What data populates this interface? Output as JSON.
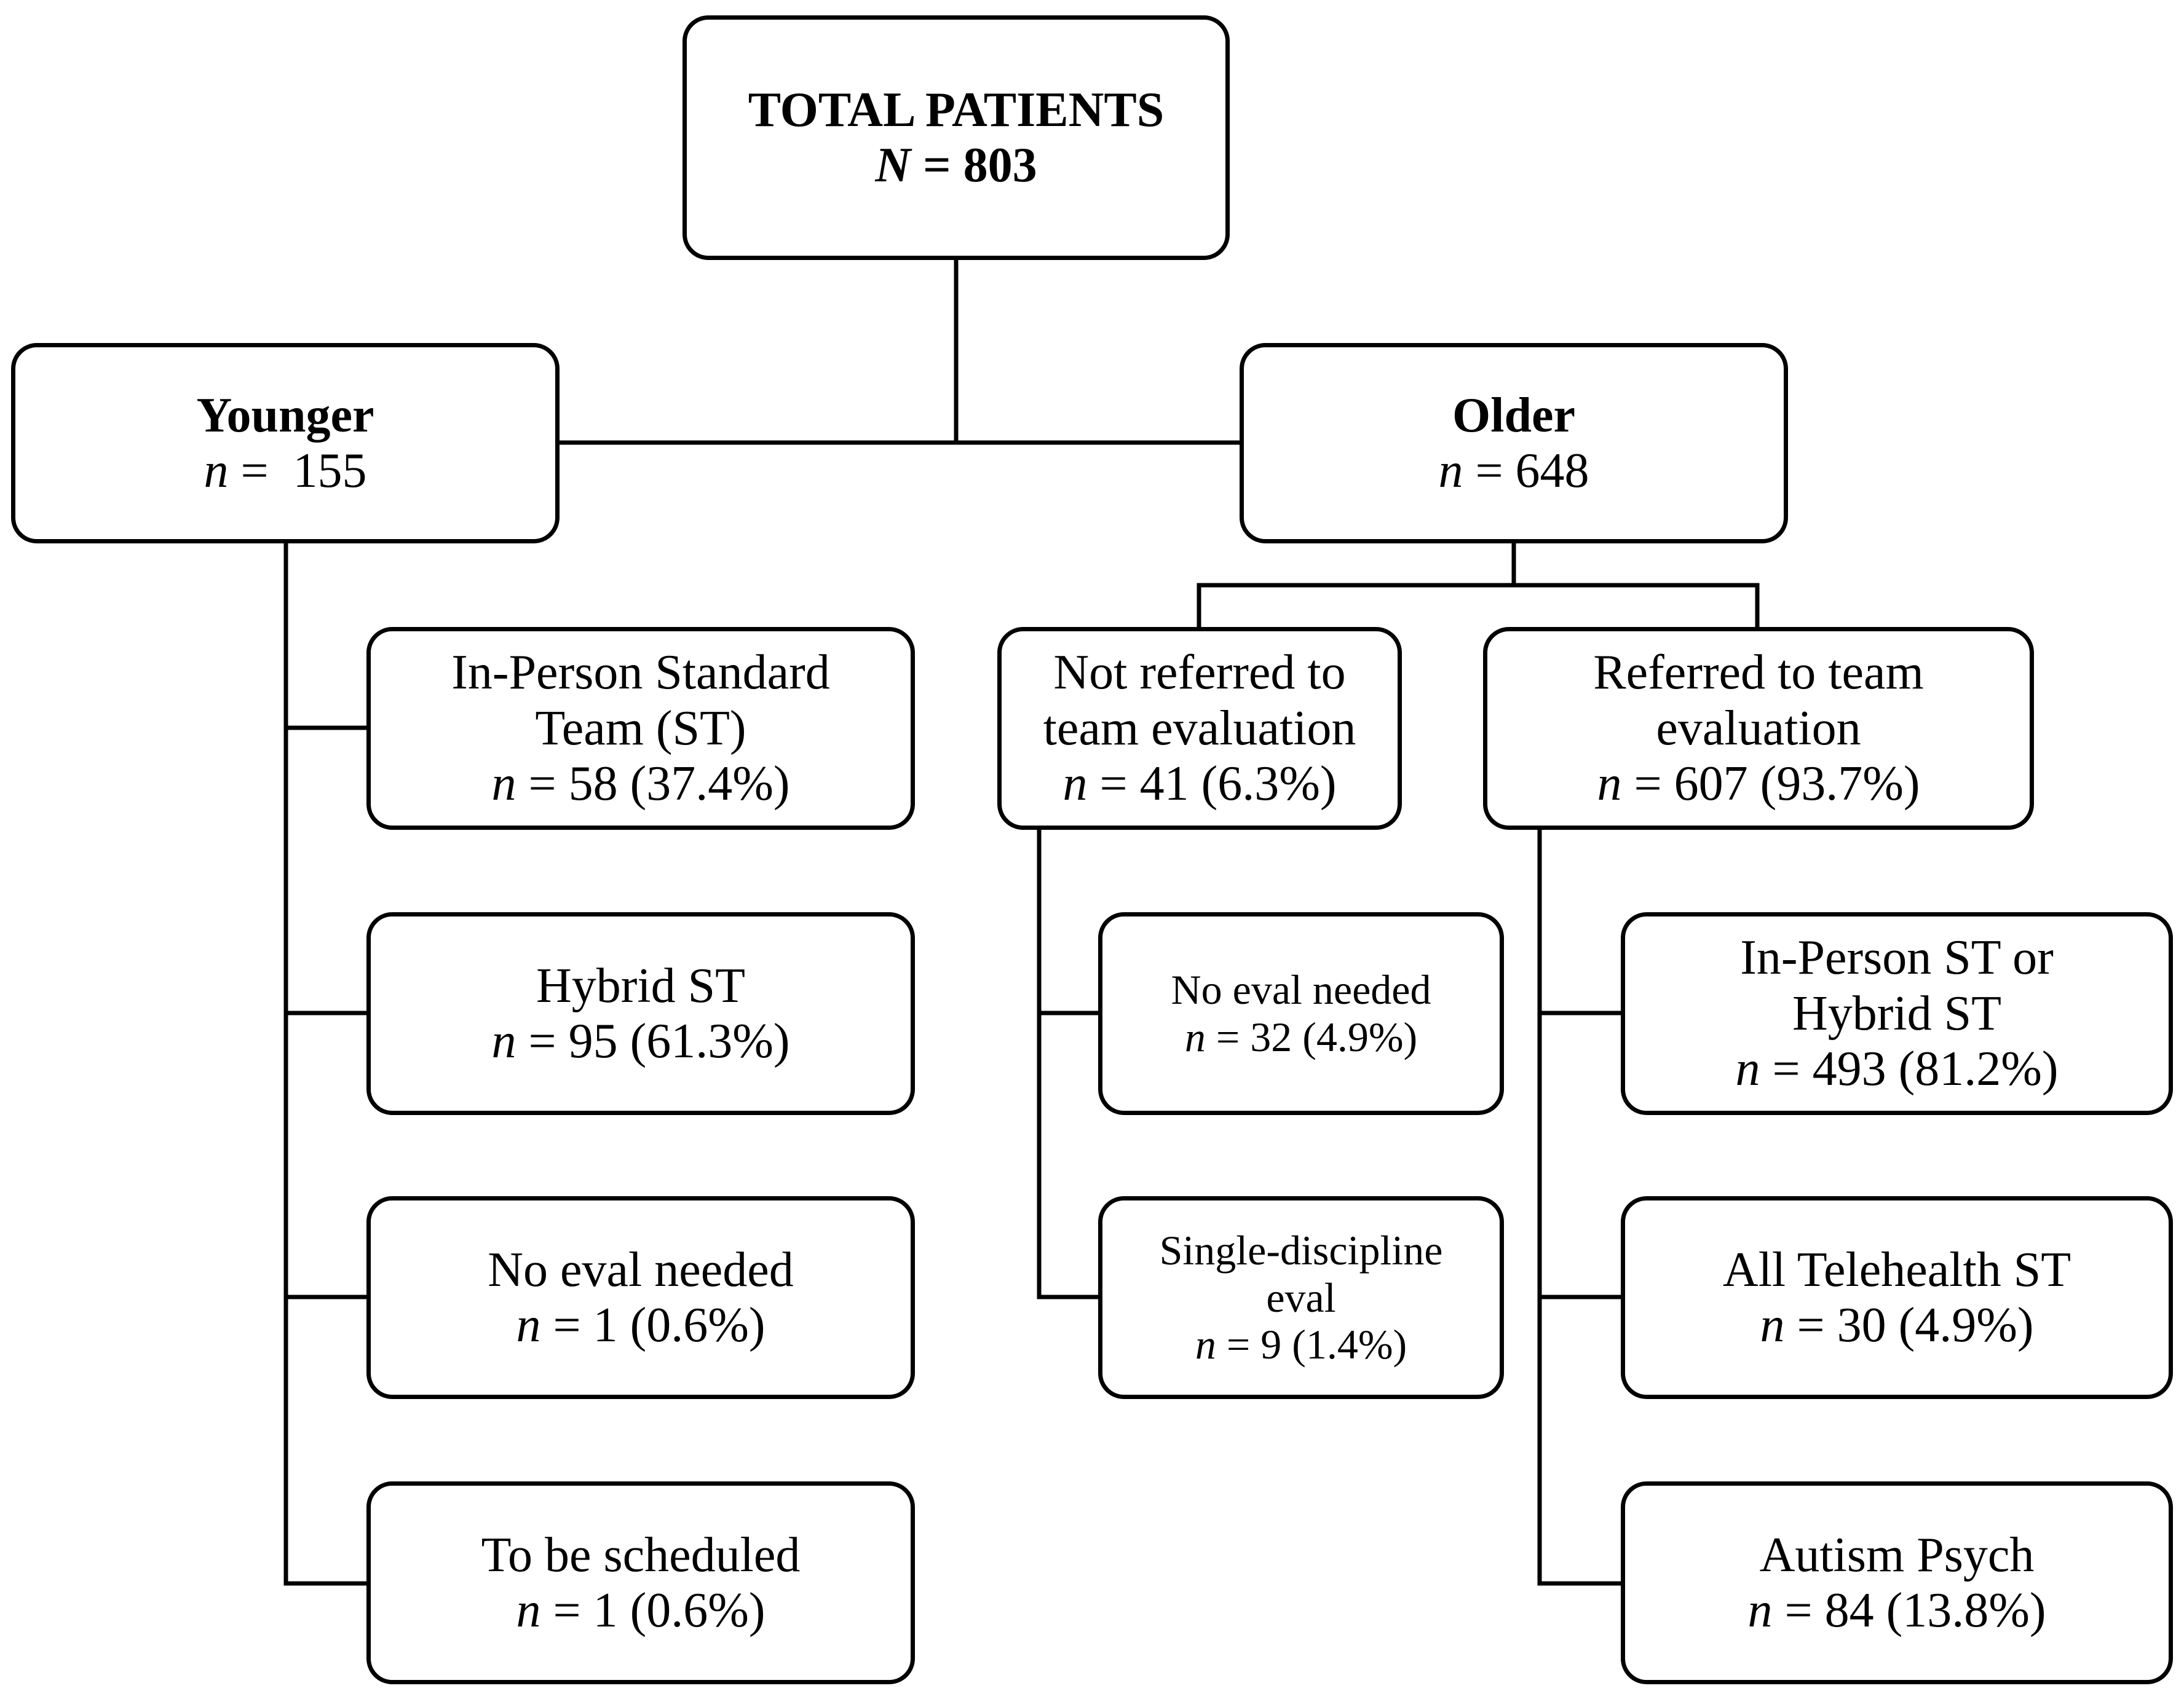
{
  "total": {
    "title": "TOTAL PATIENTS",
    "n_symbol": "N",
    "n_value": " = 803"
  },
  "younger": {
    "title": "Younger",
    "n_symbol": "n",
    "n_value": " =  155",
    "children": [
      {
        "label_lines": [
          "In-Person Standard",
          "Team (ST)"
        ],
        "n_symbol": "n",
        "n_value": " = 58 (37.4%)"
      },
      {
        "label_lines": [
          "Hybrid ST"
        ],
        "n_symbol": "n",
        "n_value": " = 95 (61.3%)"
      },
      {
        "label_lines": [
          "No eval needed"
        ],
        "n_symbol": "n",
        "n_value": " = 1 (0.6%)"
      },
      {
        "label_lines": [
          "To be scheduled"
        ],
        "n_symbol": "n",
        "n_value": " = 1 (0.6%)"
      }
    ]
  },
  "older": {
    "title": "Older",
    "n_symbol": "n",
    "n_value": " = 648",
    "not_referred": {
      "label_lines": [
        "Not referred to",
        "team evaluation"
      ],
      "n_symbol": "n",
      "n_value": " = 41 (6.3%)",
      "children": [
        {
          "label_lines": [
            "No eval needed"
          ],
          "n_symbol": "n",
          "n_value": " = 32 (4.9%)"
        },
        {
          "label_lines": [
            "Single-discipline",
            "eval"
          ],
          "n_symbol": "n",
          "n_value": " = 9 (1.4%)"
        }
      ]
    },
    "referred": {
      "label_lines": [
        "Referred to team",
        "evaluation"
      ],
      "n_symbol": "n",
      "n_value": " = 607 (93.7%)",
      "children": [
        {
          "label_lines": [
            "In-Person ST or",
            "Hybrid ST"
          ],
          "n_symbol": "n",
          "n_value": " = 493 (81.2%)"
        },
        {
          "label_lines": [
            "All Telehealth ST"
          ],
          "n_symbol": "n",
          "n_value": " = 30 (4.9%)"
        },
        {
          "label_lines": [
            "Autism Psych"
          ],
          "n_symbol": "n",
          "n_value": " = 84 (13.8%)"
        }
      ]
    }
  }
}
